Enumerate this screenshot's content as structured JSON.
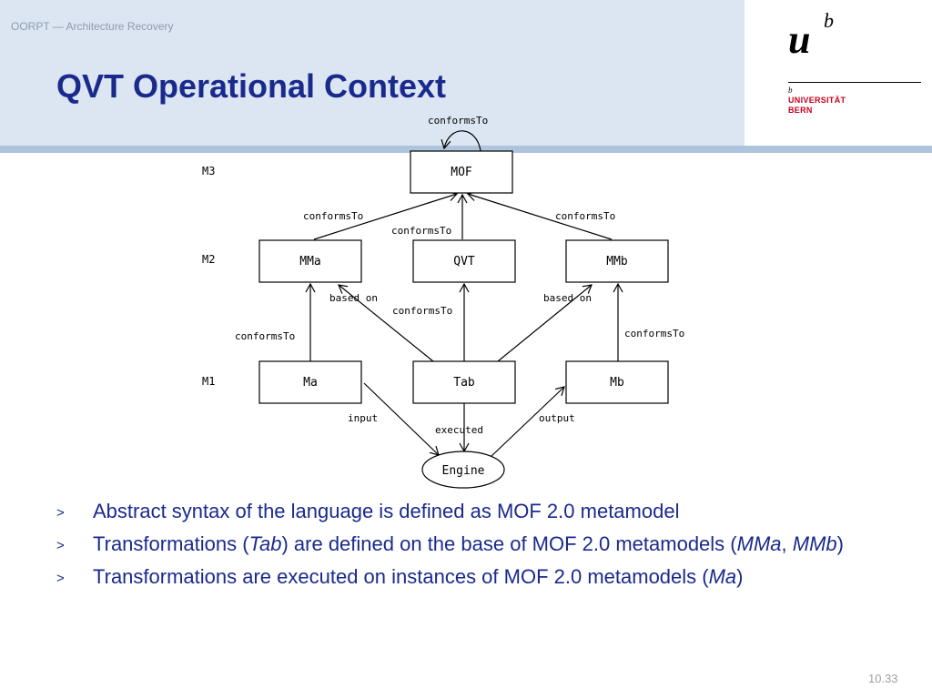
{
  "header": {
    "course": "OORPT — Architecture Recovery",
    "title": "QVT Operational Context"
  },
  "logo": {
    "u": "u",
    "b": "b",
    "b_small": "b",
    "university": "UNIVERSITÄT",
    "city": "BERN",
    "red": "#c8001e"
  },
  "diagram": {
    "levels": {
      "m3": "M3",
      "m2": "M2",
      "m1": "M1"
    },
    "nodes": {
      "mof": "MOF",
      "mma": "MMa",
      "qvt": "QVT",
      "mmb": "MMb",
      "ma": "Ma",
      "tab": "Tab",
      "mb": "Mb",
      "engine": "Engine"
    },
    "edges": {
      "mof_self": "conformsTo",
      "mma_mof": "conformsTo",
      "qvt_mof": "conformsTo",
      "mmb_mof": "conformsTo",
      "tab_mma": "based on",
      "tab_qvt": "conformsTo",
      "tab_mmb": "based on",
      "ma_mma": "conformsTo",
      "mb_mmb": "conformsTo",
      "ma_engine": "input",
      "tab_engine": "executed",
      "engine_mb": "output"
    }
  },
  "bullets": [
    {
      "marker": ">",
      "parts": [
        "Abstract syntax of the language is defined as MOF 2.0 metamodel"
      ]
    },
    {
      "marker": ">",
      "parts": [
        "Transformations (",
        "Tab",
        ") are defined on the base of MOF 2.0 metamodels (",
        "MMa",
        ", ",
        "MMb",
        ")"
      ]
    },
    {
      "marker": ">",
      "parts": [
        "Transformations are executed on instances of MOF 2.0 metamodels (",
        "Ma",
        ")"
      ]
    }
  ],
  "page_number": "10.33",
  "colors": {
    "title": "#1a2a8c",
    "header_band": "#dce6f2",
    "header_rule": "#aec4dd"
  }
}
